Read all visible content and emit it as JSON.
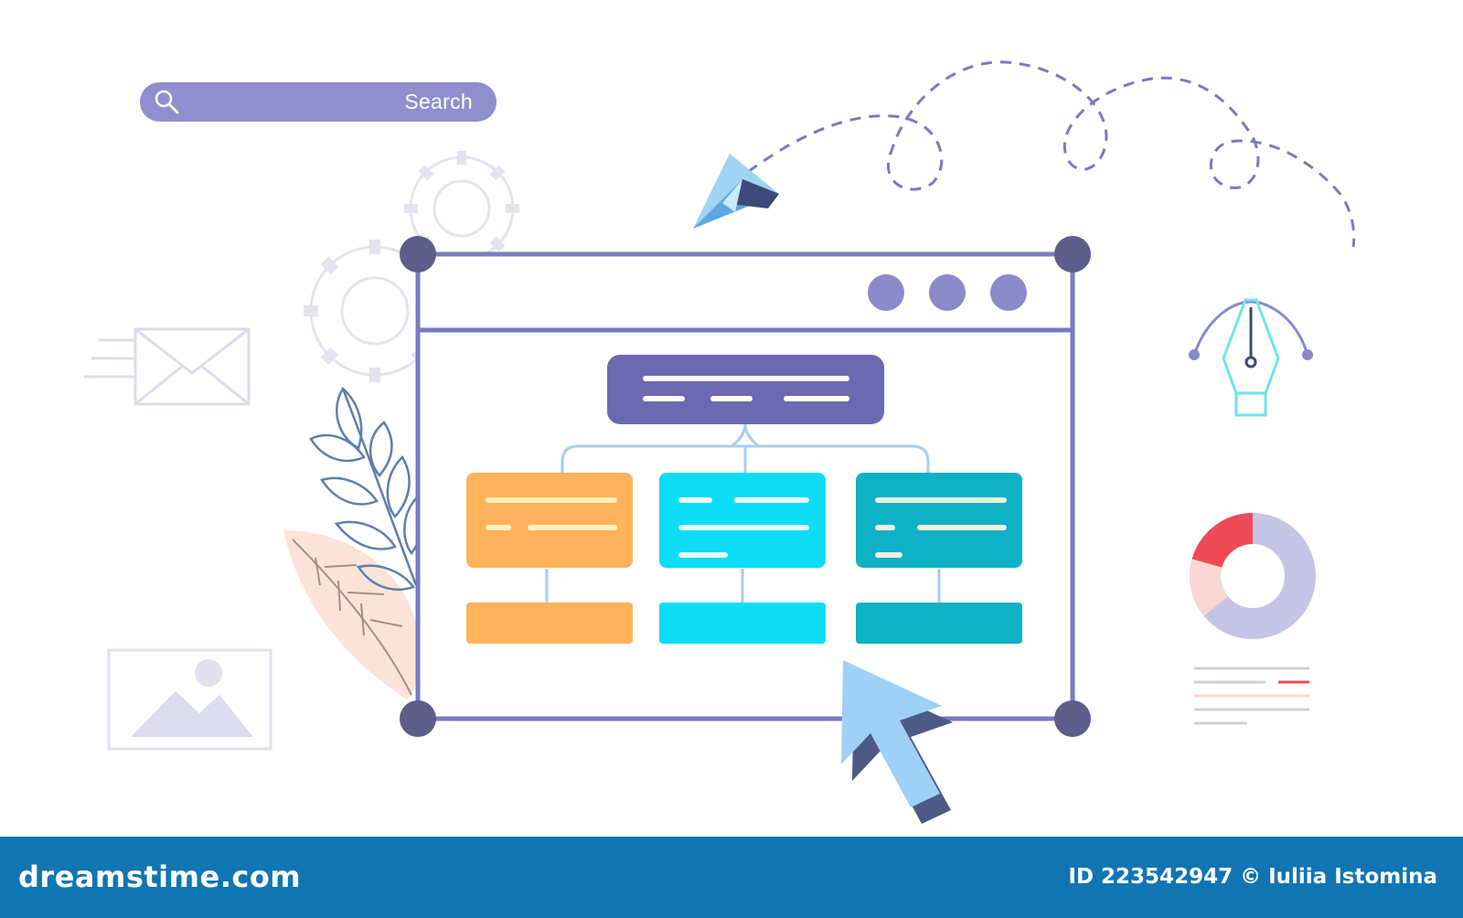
{
  "search": {
    "label": "Search",
    "icon": "search-icon"
  },
  "footer": {
    "logo": "dreamstime.com",
    "credit": "ID 223542947 © Iuliia Istomina"
  },
  "colors": {
    "purple": "#7a7abf",
    "purple_dark": "#6a6ab2",
    "purple_light": "#8f8fcd",
    "orange": "#ffb25c",
    "cyan": "#0dddf7",
    "teal": "#0fb2c4",
    "footer": "#1175b4",
    "red": "#f04a57"
  },
  "icons": [
    "paper-plane-icon",
    "pen-tool-icon",
    "donut-chart-icon",
    "envelope-icon",
    "gear-icon",
    "image-icon",
    "cursor-arrow-icon",
    "leaf-icon"
  ]
}
